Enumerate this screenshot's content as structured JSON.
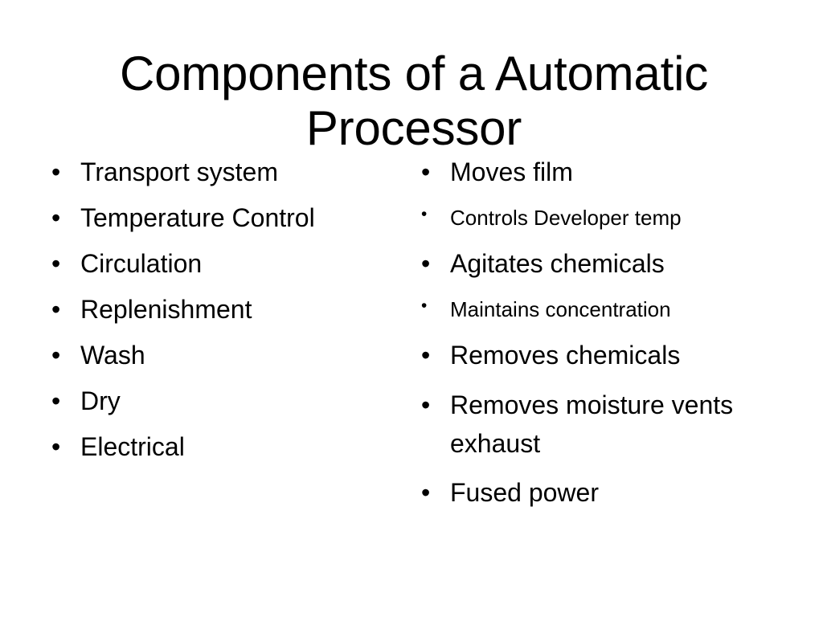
{
  "slide": {
    "title": "Components of a Automatic Processor",
    "background_color": "#ffffff",
    "text_color": "#000000",
    "bullet_glyph": "•",
    "columns": {
      "left": {
        "items": [
          {
            "text": "Transport system",
            "size": "lg"
          },
          {
            "text": "Temperature Control",
            "size": "lg"
          },
          {
            "text": "Circulation",
            "size": "lg"
          },
          {
            "text": "Replenishment",
            "size": "lg"
          },
          {
            "text": "Wash",
            "size": "lg"
          },
          {
            "text": "Dry",
            "size": "lg"
          },
          {
            "text": "Electrical",
            "size": "lg"
          }
        ]
      },
      "right": {
        "items": [
          {
            "text": "Moves film",
            "size": "lg"
          },
          {
            "text": "Controls Developer temp",
            "size": "sm"
          },
          {
            "text": "Agitates chemicals",
            "size": "lg"
          },
          {
            "text": "Maintains concentration",
            "size": "sm"
          },
          {
            "text": "Removes chemicals",
            "size": "lg"
          },
          {
            "text": "Removes moisture vents exhaust",
            "size": "lg"
          },
          {
            "text": "Fused power",
            "size": "lg"
          }
        ]
      }
    }
  }
}
